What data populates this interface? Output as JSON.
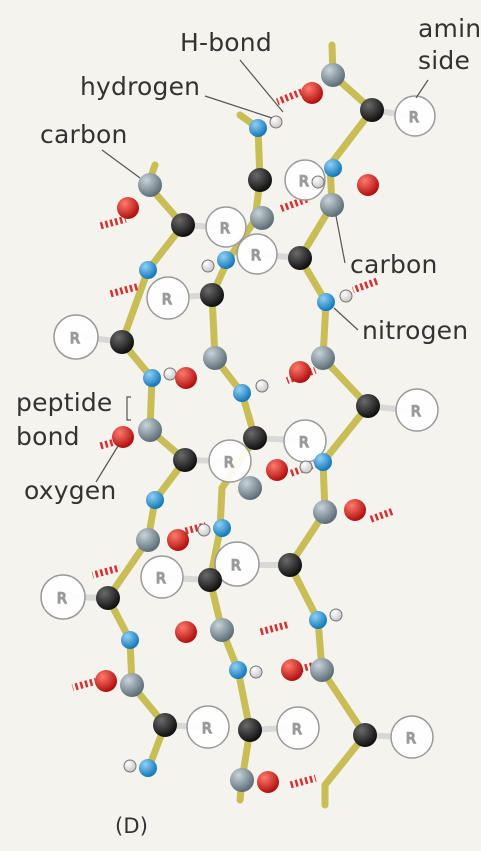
{
  "labels": {
    "amino_line1": "amin",
    "amino_line2": "side",
    "h_bond": "H-bond",
    "hydrogen": "hydrogen",
    "carbon_top": "carbon",
    "carbon_right": "carbon",
    "nitrogen": "nitrogen",
    "peptide_line1": "peptide",
    "peptide_line2": "bond",
    "oxygen": "oxygen",
    "side_chain_letter": "R",
    "panel": "(D)"
  },
  "colors": {
    "background": "#f5f3ee",
    "backbone": "#c8be55",
    "carbon_alpha": "#1f1f1f",
    "carbon_carbonyl": "#7e8e98",
    "nitrogen": "#1e8fd6",
    "oxygen": "#d21e1e",
    "hydrogen": "#ffffff",
    "h_bond": "#d83030"
  }
}
